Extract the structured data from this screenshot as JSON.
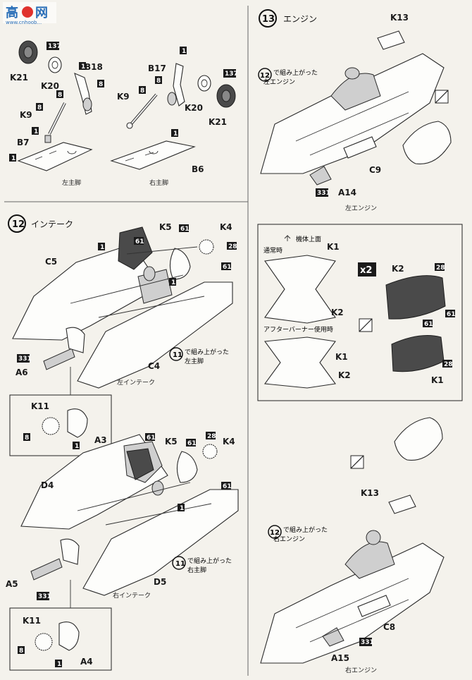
{
  "watermark": {
    "text_top": "高",
    "text_brand": "网",
    "url": "www.cnhoob..."
  },
  "colors": {
    "paper": "#f4f2ec",
    "ink": "#1a1a1a",
    "dark_part": "#4a4a4a",
    "gray_part": "#cfcfcf"
  },
  "top_left": {
    "left_gear": {
      "parts": [
        "137",
        "K21",
        "K20",
        "B18",
        "8",
        "1",
        "8",
        "K9",
        "8",
        "1",
        "B7",
        "1"
      ],
      "caption": "左主脚"
    },
    "right_gear": {
      "parts": [
        "1",
        "B17",
        "8",
        "8",
        "137",
        "K9",
        "K20",
        "K21",
        "1",
        "B6"
      ],
      "caption": "右主脚"
    }
  },
  "step12": {
    "number": "12",
    "title": "インテーク",
    "left": {
      "parts": {
        "c5": "C5",
        "k5": "K5",
        "k4": "K4",
        "c4": "C4",
        "a6": "A6",
        "k11": "K11",
        "a3": "A3"
      },
      "colors": {
        "c61a": "61",
        "c61b": "61",
        "c28": "28",
        "c1a": "1",
        "c1b": "1",
        "c61c": "61",
        "c331": "331",
        "c8": "8",
        "c1c": "1"
      },
      "ref_num": "11",
      "ref_text": "で組み上がった",
      "ref_part": "左主脚",
      "caption": "左インテーク"
    },
    "right": {
      "parts": {
        "d4": "D4",
        "k5": "K5",
        "k4": "K4",
        "d5": "D5",
        "a5": "A5",
        "k11": "K11",
        "a4": "A4"
      },
      "colors": {
        "c61a": "61",
        "c61b": "61",
        "c28": "28",
        "c1a": "1",
        "c61c": "61",
        "c1b": "1",
        "c331": "331",
        "c8": "8",
        "c1c": "1"
      },
      "ref_num": "11",
      "ref_text": "で組み上がった",
      "ref_part": "右主脚",
      "caption": "右インテーク"
    }
  },
  "step13": {
    "number": "13",
    "title": "エンジン",
    "left": {
      "k13": "K13",
      "ref_num": "12",
      "ref_text": "で組み上がった",
      "ref_part": "左エンジン",
      "c9": "C9",
      "a14": "A14",
      "c331": "331",
      "caption": "左エンジン"
    },
    "detail": {
      "top_label": "機体上面",
      "normal": "通常時",
      "afterburner": "アフターバーナー使用時",
      "k1a": "K1",
      "k2a": "K2",
      "k1b": "K1",
      "k2b": "K2",
      "multiplier": "x2",
      "k2c": "K2",
      "k1c": "K1",
      "c28a": "28",
      "c61a": "61",
      "c61b": "61",
      "c28b": "28"
    },
    "right": {
      "k13": "K13",
      "ref_num": "12",
      "ref_text": "で組み上がった",
      "ref_part": "右エンジン",
      "c8": "C8",
      "a15": "A15",
      "c331": "331",
      "caption": "右エンジン"
    }
  }
}
